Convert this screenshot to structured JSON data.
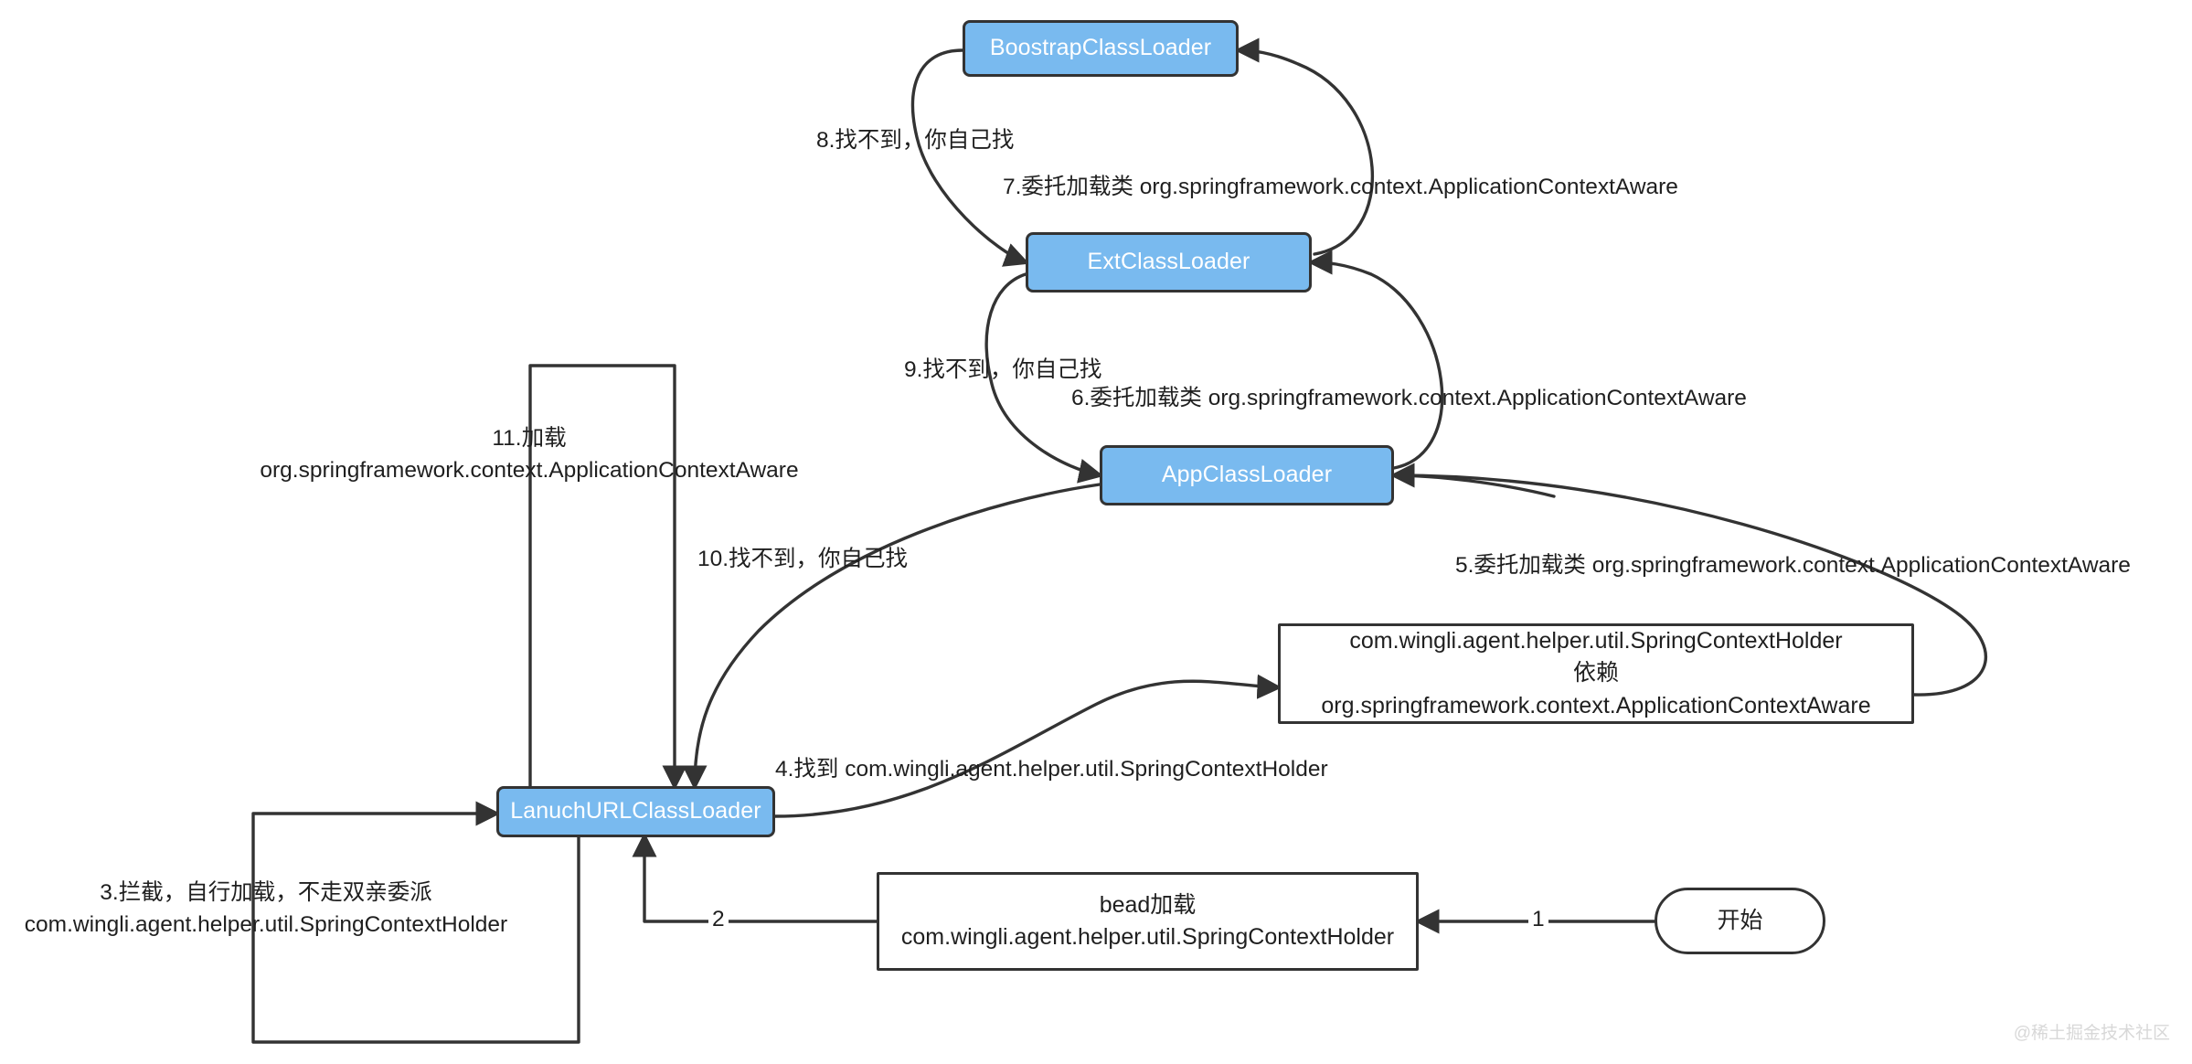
{
  "diagram": {
    "title": "JVM ClassLoader delegation flow for SpringContextHolder",
    "watermark": "@稀土掘金技术社区",
    "colors": {
      "node_blue_fill": "#79BAEF",
      "node_border": "#333333",
      "node_blue_text": "#FFFFFF",
      "plain_text": "#1F1F1F",
      "edge_stroke": "#333333",
      "background": "#FFFFFF",
      "watermark": "#D8D8D8"
    },
    "nodes": [
      {
        "id": "bootstrap",
        "label": "BoostrapClassLoader",
        "shape": "rounded-rect",
        "style": "blue"
      },
      {
        "id": "ext",
        "label": "ExtClassLoader",
        "shape": "rounded-rect",
        "style": "blue"
      },
      {
        "id": "app",
        "label": "AppClassLoader",
        "shape": "rounded-rect",
        "style": "blue"
      },
      {
        "id": "launch",
        "label": "LanuchURLClassLoader",
        "shape": "rounded-rect",
        "style": "blue"
      },
      {
        "id": "holder",
        "shape": "rect",
        "style": "plain",
        "lines": [
          "com.wingli.agent.helper.util.SpringContextHolder",
          "依赖",
          "org.springframework.context.ApplicationContextAware"
        ]
      },
      {
        "id": "bead",
        "shape": "rect",
        "style": "plain",
        "lines": [
          "bead加载",
          "com.wingli.agent.helper.util.SpringContextHolder"
        ]
      },
      {
        "id": "start",
        "label": "开始",
        "shape": "stadium",
        "style": "plain"
      }
    ],
    "edges": [
      {
        "id": "e1",
        "from": "start",
        "to": "bead",
        "label": "1"
      },
      {
        "id": "e2",
        "from": "bead",
        "to": "launch",
        "label": "2"
      },
      {
        "id": "e3",
        "from": "launch",
        "to": "launch",
        "lines": [
          "3.拦截，自行加载，不走双亲委派",
          "com.wingli.agent.helper.util.SpringContextHolder"
        ]
      },
      {
        "id": "e4",
        "from": "launch",
        "to": "holder",
        "label": "4.找到 com.wingli.agent.helper.util.SpringContextHolder"
      },
      {
        "id": "e5",
        "from": "holder",
        "to": "app",
        "label": "5.委托加载类 org.springframework.context.ApplicationContextAware"
      },
      {
        "id": "e6",
        "from": "app",
        "to": "ext",
        "label": "6.委托加载类 org.springframework.context.ApplicationContextAware"
      },
      {
        "id": "e7",
        "from": "ext",
        "to": "bootstrap",
        "label": "7.委托加载类 org.springframework.context.ApplicationContextAware"
      },
      {
        "id": "e8",
        "from": "bootstrap",
        "to": "ext",
        "label": "8.找不到，你自己找"
      },
      {
        "id": "e9",
        "from": "ext",
        "to": "app",
        "label": "9.找不到，你自己找"
      },
      {
        "id": "e10",
        "from": "app",
        "to": "launch",
        "label": "10.找不到，你自己找"
      },
      {
        "id": "e11",
        "from": "launch",
        "to": "launch",
        "lines": [
          "11.加载",
          "org.springframework.context.ApplicationContextAware"
        ]
      }
    ]
  }
}
